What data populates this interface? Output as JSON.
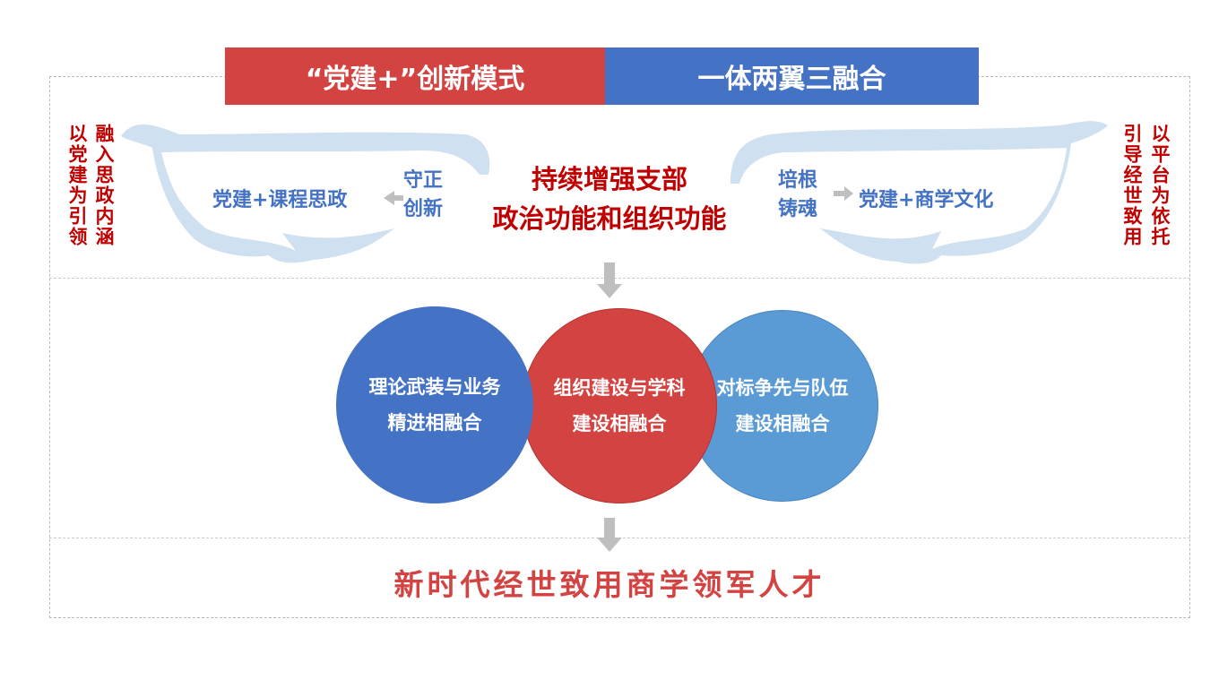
{
  "header": {
    "left_label": "“党建+”创新模式",
    "right_label": "一体两翼三融合",
    "left_color": "#d34341",
    "right_color": "#4472c4"
  },
  "left_wing": {
    "outer_text": "以党建为引领",
    "inner_text": "融入思政内涵",
    "action": "守正创新",
    "target": "党建+课程思政"
  },
  "right_wing": {
    "inner_text": "引导经世致用",
    "outer_text": "以平台为依托",
    "action": "培根铸魂",
    "target": "党建+商学文化"
  },
  "center": {
    "line1": "持续增强支部",
    "line2": "政治功能和组织功能"
  },
  "circles": [
    {
      "label": "理论武装与业务精进相融合",
      "color": "#4472c4"
    },
    {
      "label": "组织建设与学科建设相融合",
      "color": "#d34341"
    },
    {
      "label": "对标争先与队伍建设相融合",
      "color": "#5b9bd5"
    }
  ],
  "result": "新时代经世致用商学领军人才"
}
